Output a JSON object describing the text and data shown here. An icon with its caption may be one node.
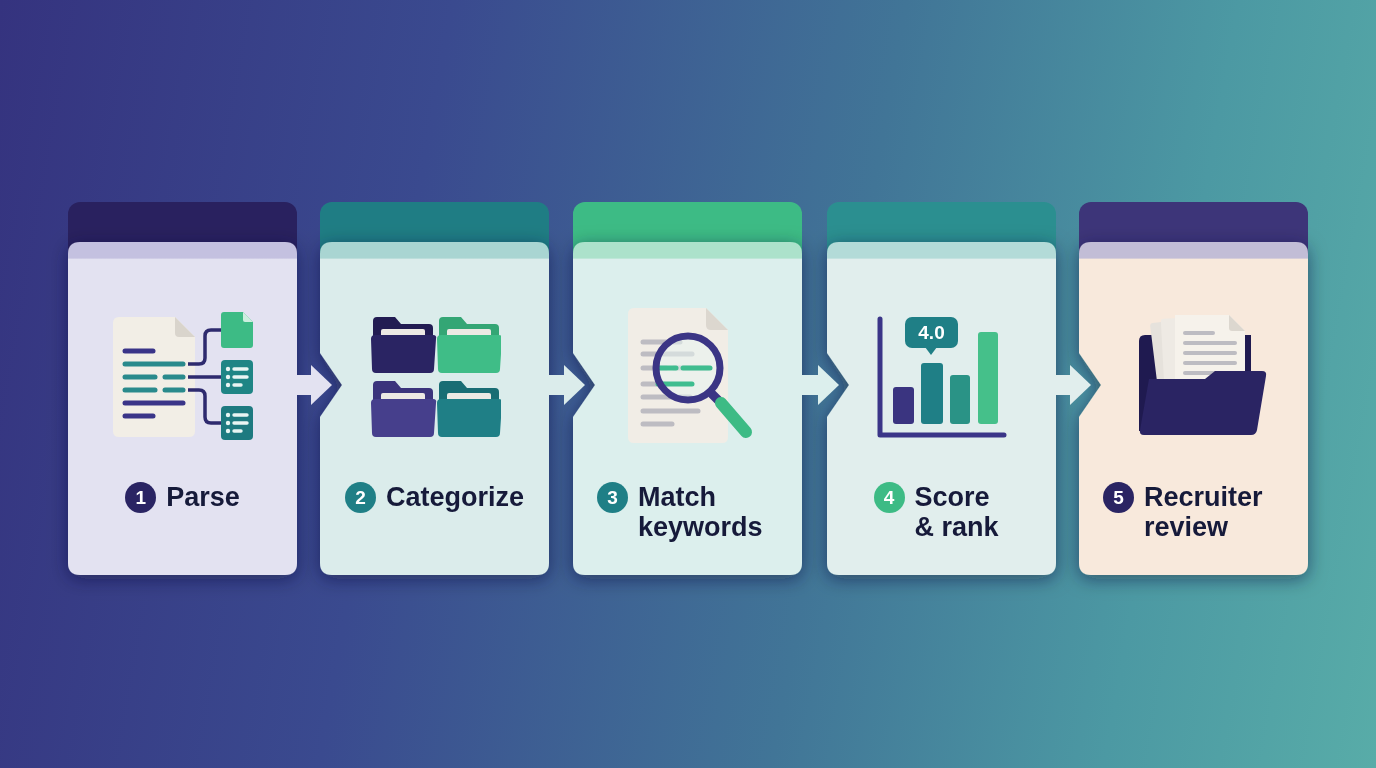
{
  "diagram": {
    "nodes": [
      {
        "text": [
          "1",
          "Parse"
        ]
      },
      {
        "text": [
          "2",
          "Categorize"
        ]
      },
      {
        "text": [
          "3",
          "Match keywords"
        ]
      },
      {
        "text": [
          "4",
          "Score & rank"
        ]
      },
      {
        "text": [
          "5",
          "Recruiter review"
        ]
      }
    ],
    "edges": [
      {
        "from": 0,
        "to": 1,
        "arrow": "to"
      },
      {
        "from": 1,
        "to": 2,
        "arrow": "to"
      },
      {
        "from": 2,
        "to": 3,
        "arrow": "to"
      },
      {
        "from": 3,
        "to": 4,
        "arrow": "to"
      }
    ],
    "labels": [
      "4.0"
    ]
  }
}
